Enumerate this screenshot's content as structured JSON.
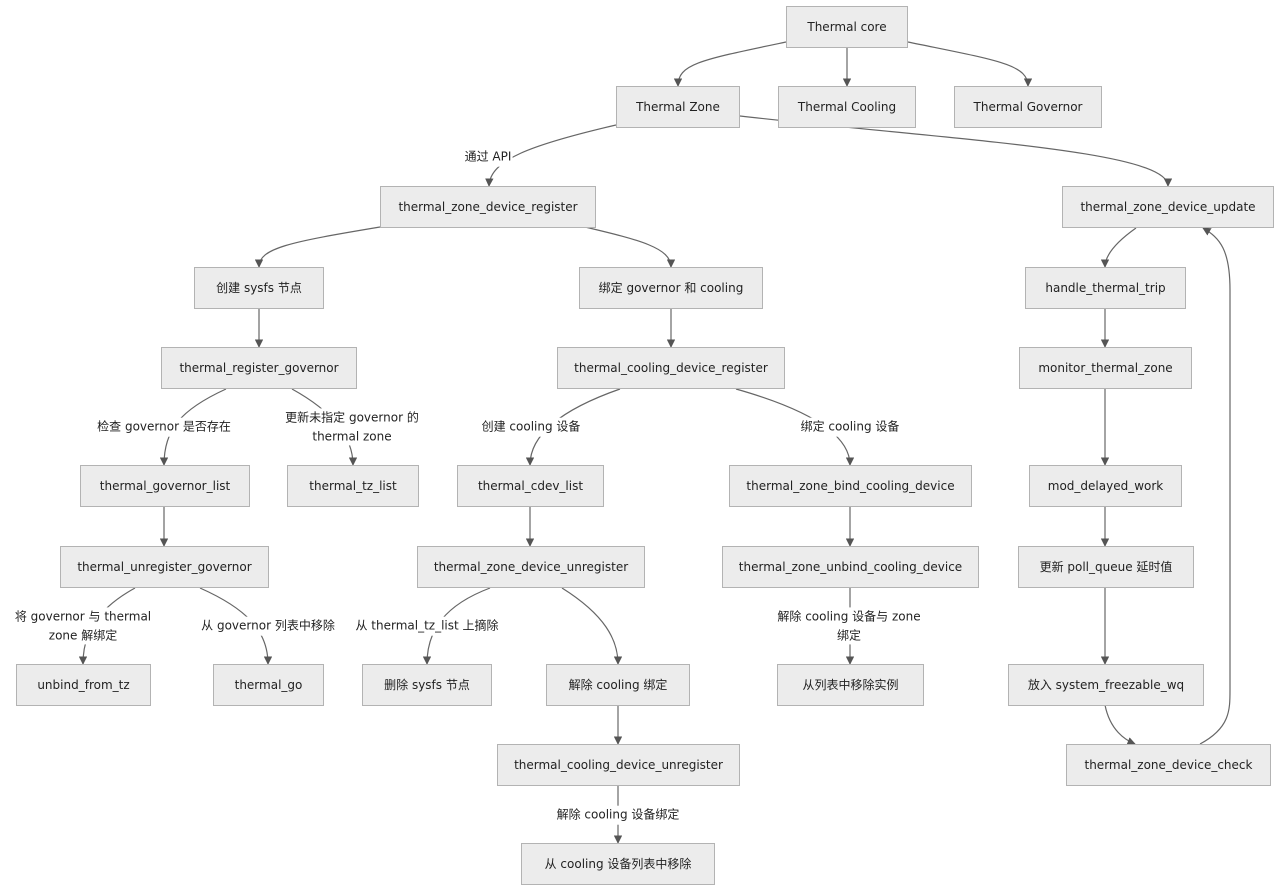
{
  "nodes": {
    "thermal_core": "Thermal core",
    "thermal_zone": "Thermal Zone",
    "thermal_cooling": "Thermal Cooling",
    "thermal_governor": "Thermal Governor",
    "tz_device_register": "thermal_zone_device_register",
    "tz_device_update": "thermal_zone_device_update",
    "create_sysfs": "创建 sysfs 节点",
    "bind_gov_cooling": "绑定 governor 和 cooling",
    "handle_thermal_trip": "handle_thermal_trip",
    "register_governor": "thermal_register_governor",
    "cooling_device_register": "thermal_cooling_device_register",
    "monitor_thermal_zone": "monitor_thermal_zone",
    "governor_list": "thermal_governor_list",
    "tz_list": "thermal_tz_list",
    "cdev_list": "thermal_cdev_list",
    "tz_bind_cooling": "thermal_zone_bind_cooling_device",
    "mod_delayed_work": "mod_delayed_work",
    "unregister_governor": "thermal_unregister_governor",
    "tz_device_unregister": "thermal_zone_device_unregister",
    "tz_unbind_cooling": "thermal_zone_unbind_cooling_device",
    "update_poll_queue": "更新 poll_queue 延时值",
    "unbind_from_tz": "unbind_from_tz",
    "thermal_go": "thermal_go",
    "delete_sysfs": "删除 sysfs 节点",
    "unbind_cooling": "解除 cooling 绑定",
    "remove_instance": "从列表中移除实例",
    "put_freezable_wq": "放入 system_freezable_wq",
    "cooling_device_unregister": "thermal_cooling_device_unregister",
    "tz_device_check": "thermal_zone_device_check",
    "remove_from_cooling_list": "从 cooling 设备列表中移除"
  },
  "edge_labels": {
    "via_api": "通过 API",
    "check_governor_exists": "检查 governor 是否存在",
    "update_unspecified_governor": "更新未指定 governor 的 thermal zone",
    "create_cooling_device": "创建 cooling 设备",
    "bind_cooling_device": "绑定 cooling 设备",
    "unbind_governor_zone": "将 governor 与 thermal zone 解绑定",
    "remove_from_governor_list": "从 governor 列表中移除",
    "remove_from_tz_list": "从 thermal_tz_list 上摘除",
    "unbind_cooling_zone": "解除 cooling 设备与 zone 绑定",
    "unbind_cooling_device": "解除 cooling 设备绑定"
  }
}
